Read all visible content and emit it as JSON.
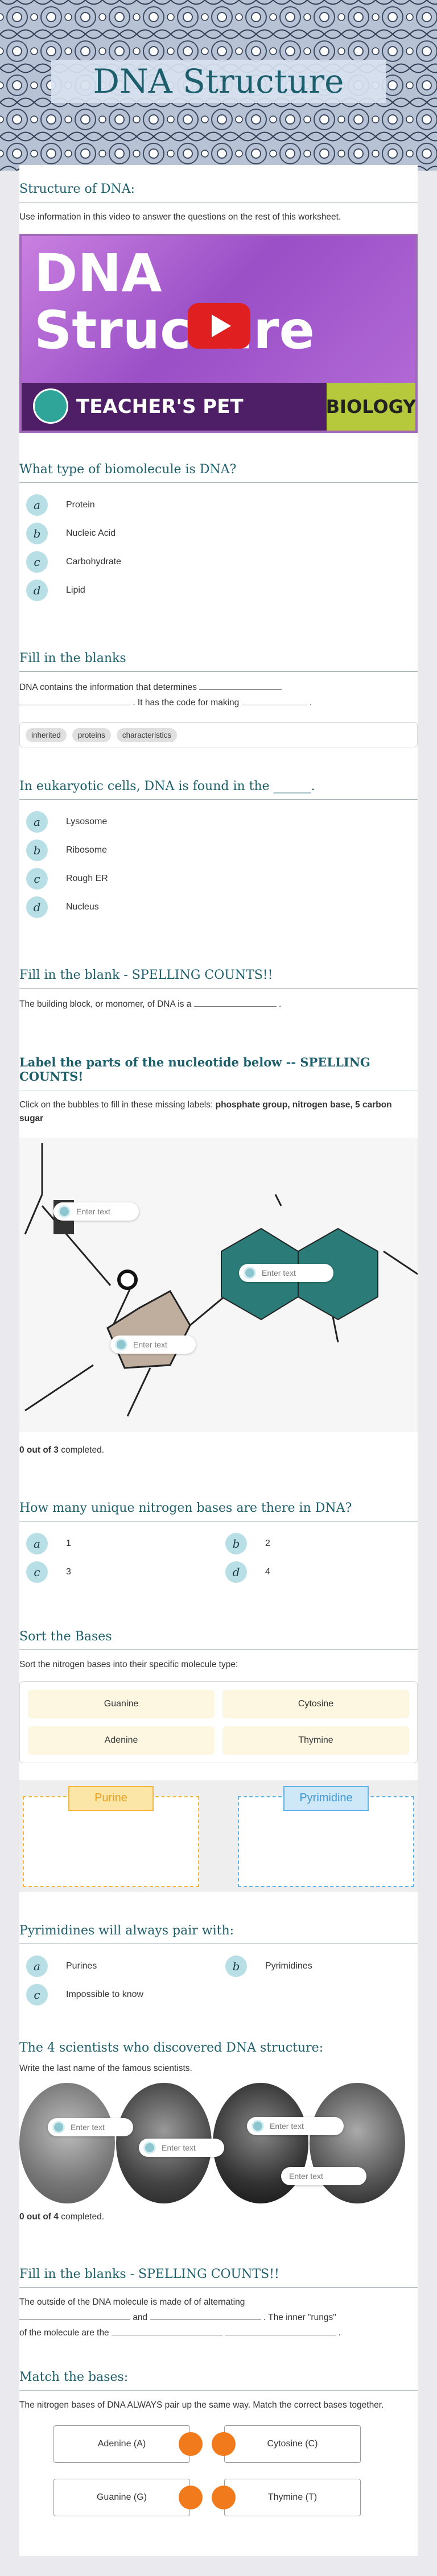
{
  "page": {
    "title": "DNA Structure"
  },
  "s1": {
    "heading": "Structure of DNA:",
    "text": "Use information in this video to answer the questions on the rest of this worksheet.",
    "video": {
      "title_line1": "DNA",
      "title_line2": "Structure",
      "brand": "TEACHER'S PET",
      "subject": "BIOLOGY"
    }
  },
  "q1": {
    "heading": "What type of biomolecule is DNA?",
    "options": [
      {
        "letter": "a",
        "label": "Protein"
      },
      {
        "letter": "b",
        "label": "Nucleic Acid"
      },
      {
        "letter": "c",
        "label": "Carbohydrate"
      },
      {
        "letter": "d",
        "label": "Lipid"
      }
    ]
  },
  "q2": {
    "heading": "Fill in the blanks",
    "t1": "DNA contains the information that determines",
    "t2": ". It has the code for making",
    "t3": ".",
    "bank": [
      "inherited",
      "proteins",
      "characteristics"
    ]
  },
  "q3": {
    "heading": "In eukaryotic cells, DNA is found in the ______.",
    "options": [
      {
        "letter": "a",
        "label": "Lysosome"
      },
      {
        "letter": "b",
        "label": "Ribosome"
      },
      {
        "letter": "c",
        "label": "Rough ER"
      },
      {
        "letter": "d",
        "label": "Nucleus"
      }
    ]
  },
  "q4": {
    "heading": "Fill in the blank - SPELLING COUNTS!!",
    "t1": "The building block, or monomer, of DNA is a",
    "t2": "."
  },
  "q5": {
    "heading": "Label the parts of the nucleotide below -- SPELLING COUNTS!",
    "instr_plain": "Click on the bubbles to fill in these missing labels: ",
    "instr_bold": "phosphate group, nitrogen base, 5 carbon sugar",
    "placeholder": "Enter text",
    "completed_bold": "0 out of 3",
    "completed_rest": " completed."
  },
  "q6": {
    "heading": "How many unique nitrogen bases are there in DNA?",
    "options": [
      {
        "letter": "a",
        "label": "1"
      },
      {
        "letter": "b",
        "label": "2"
      },
      {
        "letter": "c",
        "label": "3"
      },
      {
        "letter": "d",
        "label": "4"
      }
    ]
  },
  "q7": {
    "heading": "Sort the Bases",
    "text": "Sort the nitrogen bases into their specific molecule type:",
    "cards": [
      "Guanine",
      "Cytosine",
      "Adenine",
      "Thymine"
    ],
    "bins": [
      "Purine",
      "Pyrimidine"
    ]
  },
  "q8": {
    "heading": "Pyrimidines will always pair with:",
    "options": [
      {
        "letter": "a",
        "label": "Purines"
      },
      {
        "letter": "b",
        "label": "Pyrimidines"
      },
      {
        "letter": "c",
        "label": "Impossible to know"
      }
    ]
  },
  "q9": {
    "heading": "The 4 scientists who discovered DNA structure:",
    "text": "Write the last name of the famous scientists.",
    "placeholder": "Enter text",
    "completed_bold": "0 out of 4",
    "completed_rest": " completed."
  },
  "q10": {
    "heading": "Fill in the blanks - SPELLING COUNTS!!",
    "t1": "The outside of the DNA molecule is made of of alternating",
    "t2": "and",
    "t3": ". The inner \"rungs\"",
    "t4": "of the molecule are the",
    "t5": "."
  },
  "q11": {
    "heading": "Match the bases:",
    "text": "The nitrogen bases of DNA ALWAYS pair up the same way. Match the correct bases together.",
    "left": [
      "Adenine (A)",
      "Guanine (G)"
    ],
    "right": [
      "Cytosine (C)",
      "Thymine (T)"
    ]
  },
  "colors": {
    "teal": "#1d5f6b",
    "bubble": "#b9dfe6",
    "orange": "#f07a1c",
    "purine": "#f4b63c",
    "pyrimidine": "#5fb3e8"
  }
}
